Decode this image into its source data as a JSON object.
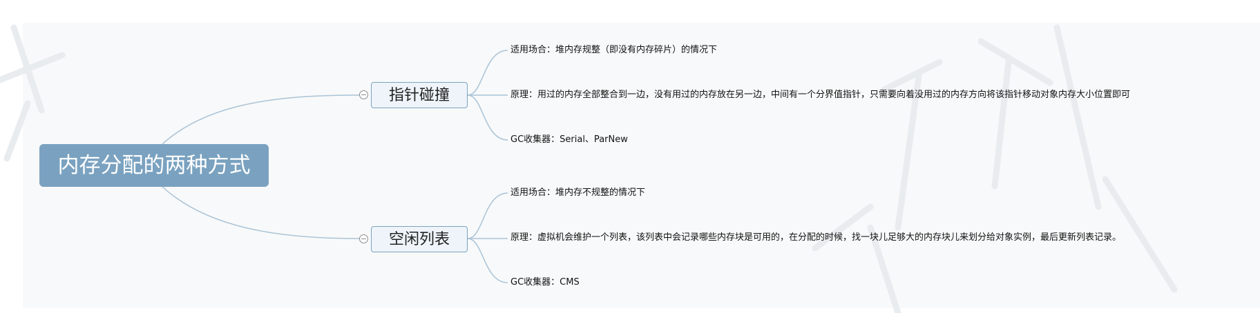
{
  "root": {
    "label": "内存分配的两种方式"
  },
  "branches": [
    {
      "label": "指针碰撞",
      "leaves": [
        "适用场合：堆内存规整（即没有内存碎片）的情况下",
        "原理：用过的内存全部整合到一边，没有用过的内存放在另一边，中间有一个分界值指针，只需要向着没用过的内存方向将该指针移动对象内存大小位置即可",
        "GC收集器：Serial、ParNew"
      ]
    },
    {
      "label": "空闲列表",
      "leaves": [
        "适用场合：堆内存不规整的情况下",
        "原理：虚拟机会维护一个列表，该列表中会记录哪些内存块是可用的，在分配的时候，找一块儿足够大的内存块儿来划分给对象实例，最后更新列表记录。",
        "GC收集器：CMS"
      ]
    }
  ],
  "colors": {
    "root_fill": "#7aa2c0",
    "branch_fill": "#eef4f9",
    "branch_border": "#7aa2c0",
    "connector": "#a9c3d6",
    "canvas_bg": "#f8f9fa"
  },
  "icons": {
    "collapse_toggle": "minus-circle-icon"
  }
}
